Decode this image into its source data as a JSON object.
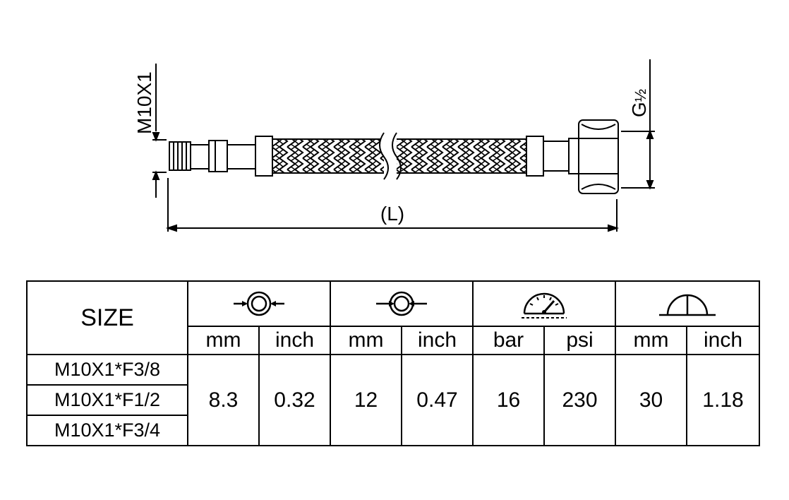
{
  "diagram": {
    "thread_label": "M10X1",
    "nut_label": "G",
    "nut_fraction": "½",
    "length_label": "(L)"
  },
  "table": {
    "size_header": "SIZE",
    "groups": [
      {
        "icon": "outer-diameter-icon",
        "units": [
          "mm",
          "inch"
        ]
      },
      {
        "icon": "inner-diameter-icon",
        "units": [
          "mm",
          "inch"
        ]
      },
      {
        "icon": "pressure-gauge-icon",
        "units": [
          "bar",
          "psi"
        ]
      },
      {
        "icon": "bend-radius-icon",
        "units": [
          "mm",
          "inch"
        ]
      }
    ],
    "models": [
      "M10X1*F3/8",
      "M10X1*F1/2",
      "M10X1*F3/4"
    ],
    "values": [
      "8.3",
      "0.32",
      "12",
      "0.47",
      "16",
      "230",
      "30",
      "1.18"
    ]
  }
}
